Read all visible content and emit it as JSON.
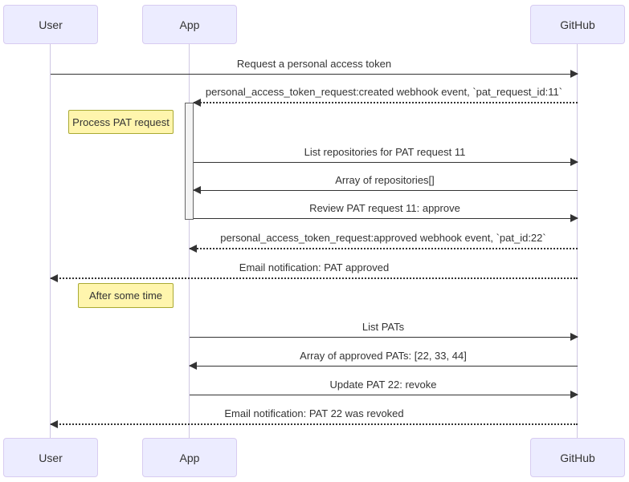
{
  "diagram": {
    "kind": "sequence-diagram",
    "actors": [
      {
        "id": "user",
        "label": "User"
      },
      {
        "id": "app",
        "label": "App"
      },
      {
        "id": "github",
        "label": "GitHub"
      }
    ],
    "messages": [
      {
        "from": "User",
        "to": "GitHub",
        "line": "solid",
        "text": "Request a personal access token"
      },
      {
        "from": "GitHub",
        "to": "App",
        "line": "dashed",
        "text": "personal_access_token_request:created webhook event, `pat_request_id:11`"
      },
      {
        "from": "App",
        "to": "GitHub",
        "line": "solid",
        "text": "List repositories for PAT request 11"
      },
      {
        "from": "GitHub",
        "to": "App",
        "line": "solid",
        "text": "Array of repositories[]"
      },
      {
        "from": "App",
        "to": "GitHub",
        "line": "solid",
        "text": "Review PAT request 11: approve"
      },
      {
        "from": "GitHub",
        "to": "App",
        "line": "dashed",
        "text": "personal_access_token_request:approved webhook event, `pat_id:22`"
      },
      {
        "from": "GitHub",
        "to": "User",
        "line": "dashed",
        "text": "Email notification: PAT approved"
      },
      {
        "from": "App",
        "to": "GitHub",
        "line": "solid",
        "text": "List PATs"
      },
      {
        "from": "GitHub",
        "to": "App",
        "line": "solid",
        "text": "Array of approved PATs: [22, 33, 44]"
      },
      {
        "from": "App",
        "to": "GitHub",
        "line": "solid",
        "text": "Update PAT 22: revoke"
      },
      {
        "from": "GitHub",
        "to": "User",
        "line": "dashed",
        "text": "Email notification: PAT 22 was revoked"
      }
    ],
    "notes": [
      {
        "position": "left of App",
        "text": "Process PAT request"
      },
      {
        "position": "left of App",
        "text": "After some time"
      }
    ],
    "activation": {
      "actor": "App",
      "from_message": 1,
      "to_message": 4
    },
    "colors": {
      "actor_fill": "#ECECFF",
      "actor_border": "#D8CCF1",
      "lifeline": "#CFC7E3",
      "signal_line": "#333333",
      "text": "#333333",
      "note_fill": "#FFF5AD",
      "note_border": "#AAAA33",
      "activation_fill": "#F4F4F4",
      "activation_border": "#666666"
    }
  }
}
